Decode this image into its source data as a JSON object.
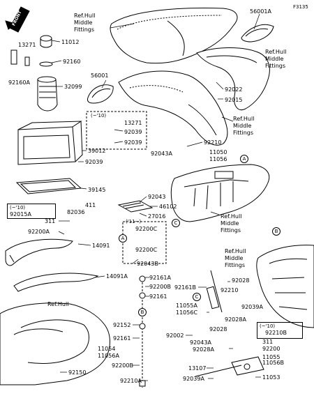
{
  "header": {
    "figure_code": "F3135",
    "direction_tag": "FRONT"
  },
  "refs": {
    "top": "Ref.Hull\nMiddle\nFittings",
    "right": "Ref.Hull\nMiddle\nFittings",
    "mid": "Ref.Hull\nMiddle\nFittings",
    "center": "Ref.Hull\nMiddle\nFittings",
    "rightlow": "Ref.Hull\nMiddle\nFittings",
    "bottom": "Ref.Hull"
  },
  "parts": {
    "p56001A": "56001A",
    "p13271a": "13271",
    "p11012": "11012",
    "p92160": "92160",
    "p92160A": "92160A",
    "p32099": "32099",
    "p56001": "56001",
    "p92022": "92022",
    "p92015": "92015",
    "p10a": "(~'10)",
    "p13271b": "13271",
    "p92039a": "92039",
    "p92039b": "92039",
    "p92210a": "92210",
    "p39012": "39012",
    "p92039c": "92039",
    "p92043A": "92043A",
    "p11050": "11050",
    "p11056": "11056",
    "p39145": "39145",
    "p92043": "92043",
    "p411": "411",
    "p46102": "46102",
    "p82036": "82036",
    "p27016": "27016",
    "p10b": "(~'10)",
    "p92015A": "92015A",
    "p311a": "311",
    "p11b": "('11~)",
    "p92200C1": "92200C",
    "p92200A": "92200A",
    "p14091": "14091",
    "p92200C2": "92200C",
    "p92043B": "92043B",
    "p14091A": "14091A",
    "p92161A": "92161A",
    "p92200B1": "92200B",
    "p92161": "92161",
    "p92161B": "92161B",
    "p92210b": "92210",
    "p92028a": "92028",
    "p11055A": "11055A",
    "p11056C": "11056C",
    "p92039A": "92039A",
    "p92152": "92152",
    "p92028A": "92028A",
    "p92028b": "92028",
    "p92002": "92002",
    "p92043Ab": "92043A",
    "p10c": "(~'10)",
    "p92210B": "92210B",
    "p311b": "311",
    "p92200": "92200",
    "p92161b": "92161",
    "p11054": "11054",
    "p11056A": "11056A",
    "p92028Ab": "92028A",
    "p11055": "11055",
    "p11056B": "11056B",
    "p92150": "92150",
    "p92200B2": "92200B",
    "p13107": "13107",
    "p92210A": "92210A",
    "p92039Ab": "92039A",
    "p11053": "11053"
  },
  "callouts": {
    "A": "A",
    "B": "B",
    "C": "C"
  }
}
